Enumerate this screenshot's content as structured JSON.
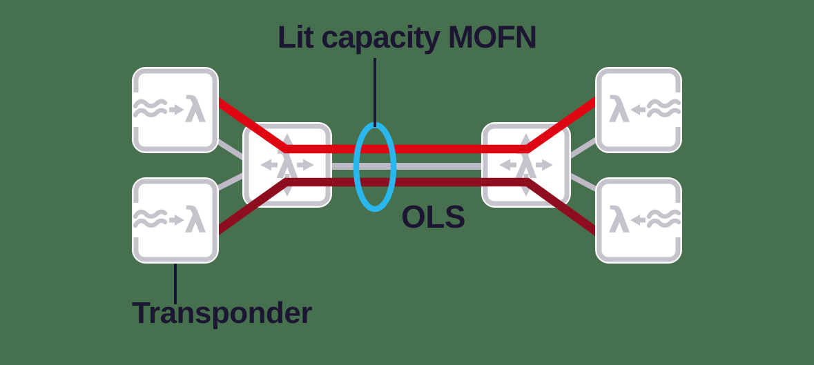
{
  "title": {
    "text": "Lit capacity MOFN"
  },
  "labels": {
    "ols": "OLS",
    "transponder": "Transponder"
  },
  "icons": {
    "lambda": "λ",
    "transponder_in_icon": "wave-arrow-lambda",
    "transponder_out_icon": "lambda-arrow-wave",
    "ols_node_icon": "lambda-four-arrows"
  },
  "colors": {
    "background": "#47714e",
    "white": "#ffffff",
    "gray": "#c6c3cd",
    "gray_line": "#bdbac6",
    "bright_red": "#df0613",
    "dark_red": "#8e0e20",
    "cyan": "#2ab7ee",
    "navy": "#1c1633"
  },
  "diagram": {
    "nodes": [
      {
        "id": "transponder-top-left",
        "type": "transponder"
      },
      {
        "id": "transponder-bottom-left",
        "type": "transponder"
      },
      {
        "id": "ols-node-left",
        "type": "ols-node"
      },
      {
        "id": "ols-node-right",
        "type": "ols-node"
      },
      {
        "id": "transponder-top-right",
        "type": "transponder"
      },
      {
        "id": "transponder-bottom-right",
        "type": "transponder"
      }
    ],
    "fibers": [
      {
        "id": "fiber-top",
        "color_key": "bright_red",
        "from": "transponder-top-left",
        "to": "transponder-top-right"
      },
      {
        "id": "fiber-middle",
        "color_key": "gray_line",
        "from": "ols-node-left",
        "to": "ols-node-right"
      },
      {
        "id": "fiber-bottom",
        "color_key": "dark_red",
        "from": "transponder-bottom-left",
        "to": "transponder-bottom-right"
      }
    ],
    "annotations": [
      {
        "text": "Lit capacity MOFN",
        "points_to": "fiber-span-highlight"
      },
      {
        "text": "OLS",
        "points_to": "fiber-span"
      },
      {
        "text": "Transponder",
        "points_to": "transponder-bottom-left"
      }
    ],
    "highlight": {
      "shape": "ellipse",
      "color_key": "cyan",
      "around": "fiber-span"
    }
  }
}
